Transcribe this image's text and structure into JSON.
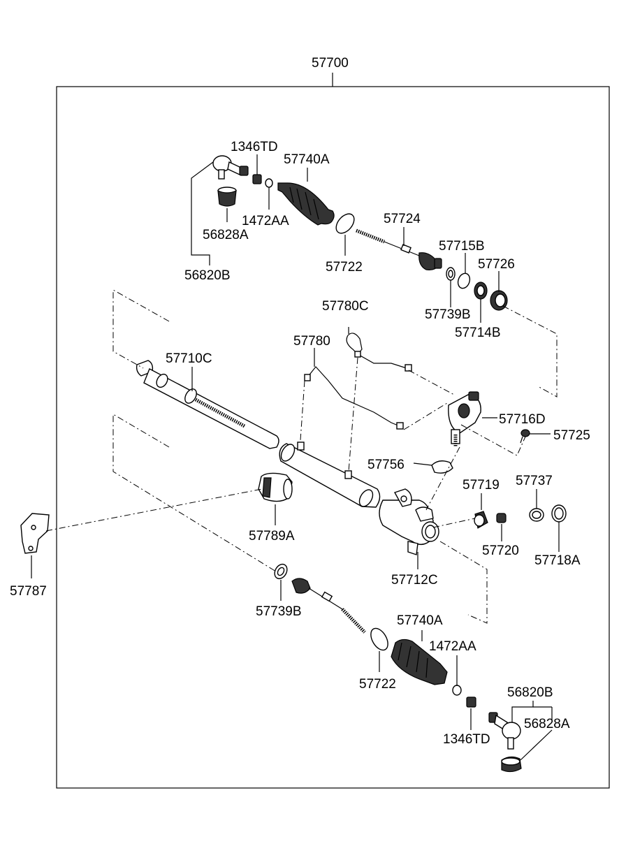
{
  "labels": {
    "assembly": "57700",
    "tie_rod_end_top": "56820B",
    "ball_joint_boot_top": "56828A",
    "nut_top": "1346TD",
    "lock_nut_top": "1472AA",
    "bellows_top": "57740A",
    "band_top": "57722",
    "inner_tie_rod_top": "57724",
    "o_ring_pinion": "57715B",
    "plug": "57726",
    "seal_top": "57739B",
    "bearing_pinion": "57714B",
    "feed_tube_a": "57780C",
    "feed_tube_b": "57780",
    "rack": "57710C",
    "valve_body": "57716D",
    "bolt": "57725",
    "gasket": "57756",
    "yoke": "57719",
    "yoke_plug": "57737",
    "spring": "57720",
    "lock_nut_yoke": "57718A",
    "mount_bushing": "57789A",
    "bracket": "57787",
    "gear_housing": "57712C",
    "seal_bottom": "57739B",
    "bellows_bottom": "57740A",
    "lock_nut_bottom": "1472AA",
    "band_bottom": "57722",
    "tie_rod_end_bottom": "56820B",
    "ball_joint_boot_bottom": "56828A",
    "nut_bottom": "1346TD"
  }
}
